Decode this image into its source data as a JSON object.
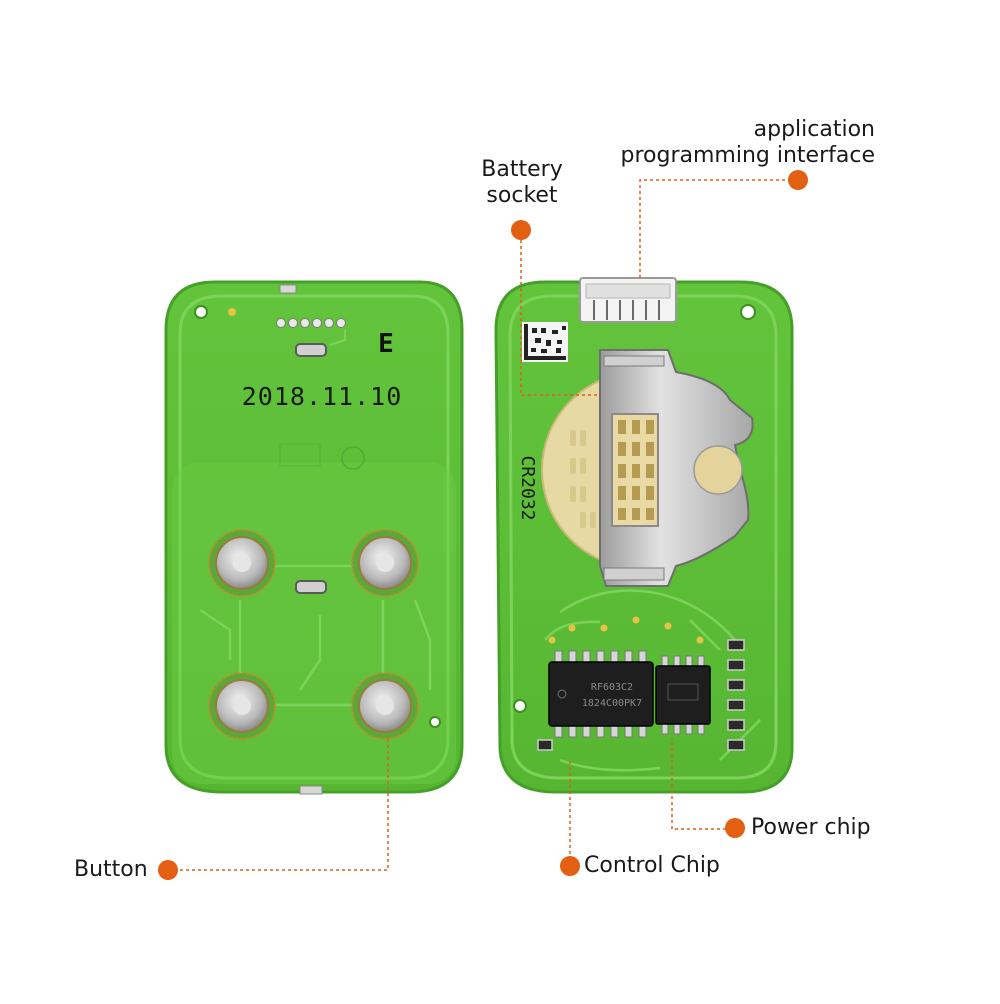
{
  "front_board": {
    "date_code": "2018.11.10",
    "logo_mark": "E"
  },
  "back_board": {
    "battery_marking": "CR2032",
    "chip_marking_1": "RF603C2",
    "chip_marking_2": "1824C00PK7"
  },
  "callouts": {
    "battery_socket": {
      "line1": "Battery",
      "line2": "socket"
    },
    "api": {
      "line1": "application",
      "line2": "programming interface"
    },
    "button": "Button",
    "power_chip": "Power chip",
    "control_chip": "Control Chip"
  },
  "colors": {
    "pcb_green": "#5fbf3a",
    "pcb_border": "#4aa82b",
    "trace": "#7fd35a",
    "callout_orange": "#e35f12",
    "metal": "#c8c8c8",
    "chip_black": "#1e1e1e"
  }
}
